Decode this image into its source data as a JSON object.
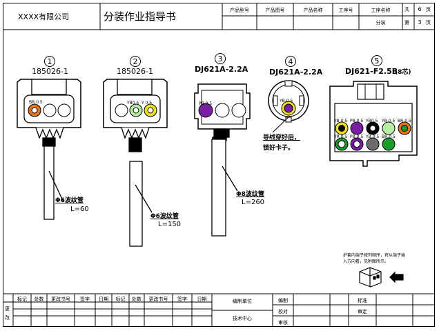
{
  "header": {
    "company": "XXXX有限公司",
    "doc_title": "分装作业指导书",
    "fields": [
      "产品型号",
      "产品图号",
      "产品名称",
      "工序号",
      "工序名称"
    ],
    "process_name": "分装",
    "total_label_prefix": "共",
    "total_pages": "6",
    "total_label_suffix": "页",
    "sheet_label_prefix": "第",
    "sheet_number": "3",
    "sheet_label_suffix": "页"
  },
  "connectors": [
    {
      "index": "1",
      "part": "185026-1",
      "tube": "Φ6波纹管",
      "length": "L=60"
    },
    {
      "index": "2",
      "part": "185026-1",
      "tube": "Φ6波纹管",
      "length": "L=150"
    },
    {
      "index": "3",
      "part": "DJ621A-2.2A",
      "tube": "Φ8波纹管",
      "length": "L=260"
    },
    {
      "index": "4",
      "part": "DJ621A-2.2A",
      "note_line1": "导线穿好后，",
      "note_line2": "锁好卡子。"
    },
    {
      "index": "5",
      "part": "DJ621-F2.5B",
      "suffix": "(8芯)"
    }
  ],
  "pin_labels": {
    "c1": [
      "BR 0.5"
    ],
    "c2": [
      "YB0.5",
      "Y 0.5"
    ],
    "c3": [
      "PB 0.5"
    ],
    "c4": [
      "YB 0.5"
    ],
    "c5_top": [
      "YB 0.5",
      "PB 0.5",
      "YB0.5",
      "YB 0.5",
      "BR 0.5"
    ],
    "c5_bottom": [
      "YR 0.5",
      "PB 0.5",
      "YB 0.5",
      "BR 0.5"
    ]
  },
  "instruction": {
    "line1": "护套内端子按列顺序，将从端子插",
    "line2": "入方向看，见附图所示。"
  },
  "footer": {
    "rev_cols": [
      "标记",
      "处数",
      "更改书号",
      "签字",
      "日期"
    ],
    "left_labels": [
      "更",
      "改"
    ],
    "unit_label": "编制单位",
    "unit_name": "技术中心",
    "roles": [
      "编制",
      "校对",
      "审核"
    ],
    "approve": [
      "标准",
      "审定"
    ]
  },
  "colors": {
    "orange": "#e8741a",
    "light_green": "#b4f0a0",
    "yellow": "#f2e11a",
    "purple": "#7a1fa2",
    "dark_green": "#1c9a2a",
    "gray": "#6b6b6b",
    "black": "#000000"
  }
}
